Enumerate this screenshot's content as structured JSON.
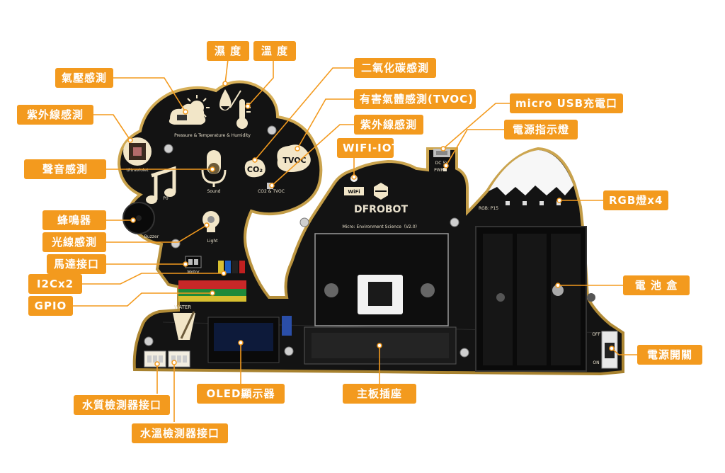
{
  "callouts": {
    "humidity": "濕 度",
    "temperature": "溫 度",
    "co2": "二氧化碳感測",
    "pressure": "氣壓感測",
    "tvoc": "有害氣體感測(TVOC)",
    "usb": "micro USB充電口",
    "uv_left": "紫外線感測",
    "uv_right": "紫外線感測",
    "power_led": "電源指示燈",
    "wifi": "WIFI-IOT",
    "sound": "聲音感測",
    "rgb": "RGB燈x4",
    "buzzer": "蜂鳴器",
    "light": "光線感測",
    "motor": "馬達接口",
    "i2c": "I2Cx2",
    "gpio": "GPIO",
    "battery": "電 池 盒",
    "switch": "電源開關",
    "oled": "OLED顯示器",
    "main_socket": "主板插座",
    "water_quality": "水質檢測器接口",
    "water_temp": "水溫檢測器接口"
  },
  "board_labels": {
    "pth": "Pressure & Temperature & Humidity",
    "uv": "Ultraviolet",
    "p0": "P0",
    "sound": "Sound",
    "co2_tvoc": "CO2 & TVOC",
    "buzzer": "Buzzer",
    "light": "Light",
    "motor": "Motor",
    "water": "WATER",
    "brand": "DFROBOT",
    "subtitle": "Micro: Environment Science（V2.0）",
    "rgb_pin": "RGB: P15",
    "dc": "DC 5V",
    "pwr": "PWR",
    "on": "ON",
    "off": "OFF",
    "co2_sym": "CO₂",
    "tvoc_sym": "TVOC",
    "wifi_chip": "WiFi"
  },
  "colors": {
    "accent": "#f39a1e",
    "board": "#141414",
    "trace": "#c9a24a"
  },
  "icons": [
    "sun-icon",
    "cloud-icon",
    "raindrop-icon",
    "thermometer-icon",
    "microphone-icon",
    "music-note-icon",
    "lightbulb-icon",
    "bee-icon"
  ]
}
